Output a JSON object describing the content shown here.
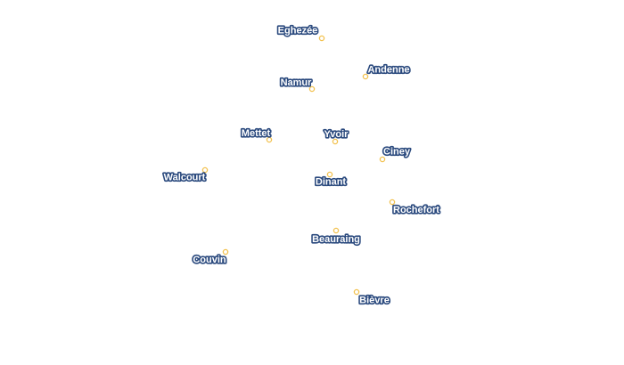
{
  "map": {
    "style": {
      "background": "#ffffff",
      "marker_stroke": "#f2c14e",
      "marker_fill": "#ffffff",
      "label_halo": "#2b4a7e",
      "label_text": "#ffffff"
    },
    "places": [
      {
        "name": "Eghezée"
      },
      {
        "name": "Andenne"
      },
      {
        "name": "Namur"
      },
      {
        "name": "Mettet"
      },
      {
        "name": "Yvoir"
      },
      {
        "name": "Ciney"
      },
      {
        "name": "Walcourt"
      },
      {
        "name": "Dinant"
      },
      {
        "name": "Rochefort"
      },
      {
        "name": "Beauraing"
      },
      {
        "name": "Couvin"
      },
      {
        "name": "Bièvre"
      }
    ]
  }
}
